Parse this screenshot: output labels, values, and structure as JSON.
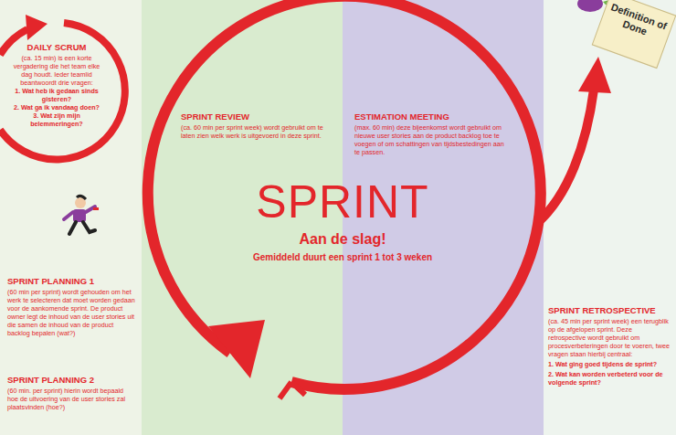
{
  "diagram": {
    "nodes": [
      {
        "text": [
          "DAILY SCRUM",
          "(ca. 15 min) is een korte vergadering die het team elke dag houdt. Ieder teamlid beantwoordt drie vragen:",
          "1. Wat heb ik gedaan sinds gisteren?",
          "2. Wat ga ik vandaag doen?",
          "3. Wat zijn mijn belemmeringen?"
        ]
      },
      {
        "text": [
          "SPRINT REVIEW",
          "(ca. 60 min per sprint week) wordt gebruikt om te laten zien welk werk is uitgevoerd in deze sprint."
        ]
      },
      {
        "text": [
          "ESTIMATION MEETING",
          "(max. 60 min) deze bijeenkomst wordt gebruikt om nieuwe user stories aan de product backlog toe te voegen of om schattingen van tijdsbestedingen aan te passen."
        ]
      },
      {
        "text": [
          "Definition of Done"
        ]
      },
      {
        "text": [
          "SPRINT",
          "Aan de slag!",
          "Gemiddeld duurt een sprint 1 tot 3 weken"
        ]
      },
      {
        "text": [
          "SPRINT PLANNING 1",
          "(60 min per sprint) wordt gehouden om het werk te selecteren dat moet worden gedaan voor de aankomende sprint. De product owner legt de inhoud van de user stories uit die samen de inhoud van de product backlog bepalen (wat?)"
        ]
      },
      {
        "text": [
          "SPRINT PLANNING 2",
          "(60 min. per sprint) hierin wordt bepaald hoe de uitvoering van de user stories zal plaatsvinden (hoe?)"
        ]
      },
      {
        "text": [
          "SPRINT RETROSPECTIVE",
          "(ca. 45 min per sprint week) een terugblik op de afgelopen sprint. Deze retrospective wordt gebruikt om procesverbeteringen door te voeren, twee vragen staan hierbij centraal:",
          "1. Wat ging goed tijdens de sprint?",
          "2. Wat kan worden verbeterd voor de volgende sprint?"
        ]
      }
    ]
  }
}
